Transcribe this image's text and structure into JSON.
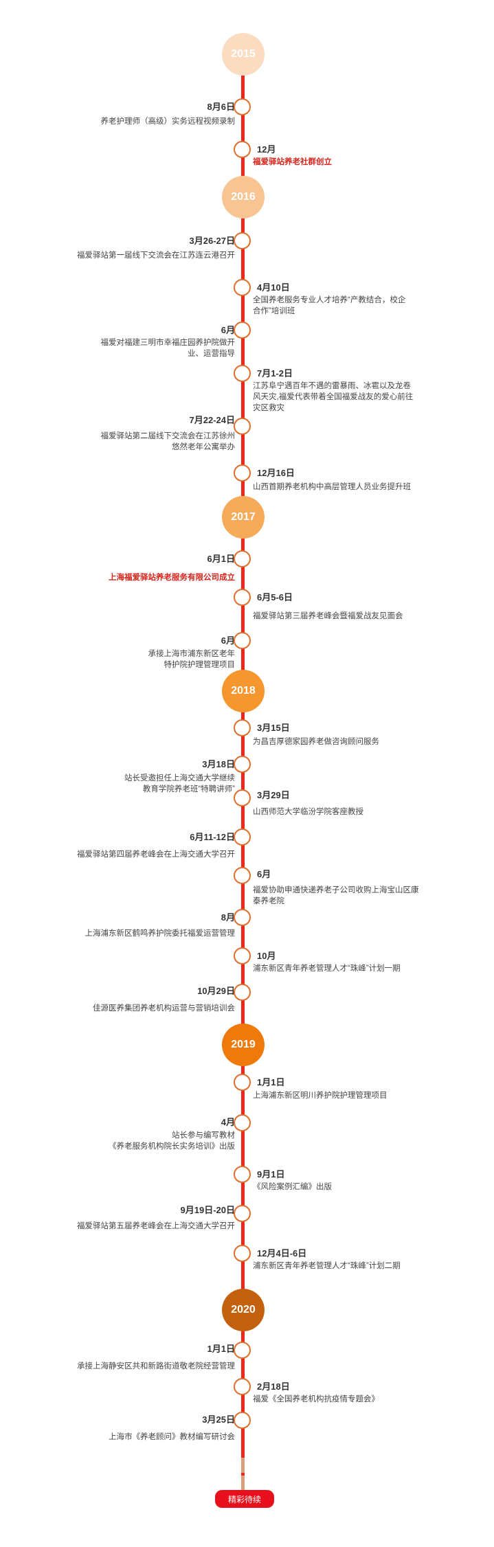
{
  "colors": {
    "axis": "#e8291c",
    "node_border": "#e06d2b",
    "highlight": "#d8231a",
    "tail_dash": "#d9a080",
    "end_button": "#e8101d"
  },
  "years": [
    {
      "label": "2015",
      "color": "#fbdcc0"
    },
    {
      "label": "2016",
      "color": "#f8c592"
    },
    {
      "label": "2017",
      "color": "#f6ab5b"
    },
    {
      "label": "2018",
      "color": "#f5962f"
    },
    {
      "label": "2019",
      "color": "#ef7a0c"
    },
    {
      "label": "2020",
      "color": "#c4610f"
    }
  ],
  "events": [
    {
      "date": "8月6日",
      "desc": "养老护理师（高级）实务远程视频录制"
    },
    {
      "date": "12月",
      "desc": "福爱驿站养老社群创立"
    },
    {
      "date": "3月26-27日",
      "desc": "福爱驿站第一届线下交流会在江苏连云港召开"
    },
    {
      "date": "4月10日",
      "desc": "全国养老服务专业人才培养“产教结合，校企\n合作”培训班"
    },
    {
      "date": "6月",
      "desc": "福爱对福建三明市幸福庄园养护院做开\n业、运营指导"
    },
    {
      "date": "7月1-2日",
      "desc": "江苏阜宁遇百年不遇的雷暴雨、冰雹以及龙卷\n风天灾,福爱代表带着全国福爱战友的爱心前往\n灾区救灾"
    },
    {
      "date": "7月22-24日",
      "desc": "福爱驿站第二届线下交流会在江苏徐州\n悠然老年公寓举办"
    },
    {
      "date": "12月16日",
      "desc": "山西首期养老机构中高层管理人员业务提升班"
    },
    {
      "date": "6月1日",
      "desc": "上海福爱驿站养老服务有限公司成立"
    },
    {
      "date": "6月5-6日",
      "desc": "福爱驿站第三届养老峰会暨福爱战友见面会"
    },
    {
      "date": "6月",
      "desc": "承接上海市浦东新区老年\n特护院护理管理项目"
    },
    {
      "date": "3月15日",
      "desc": "为昌吉厚德家园养老做咨询顾问服务"
    },
    {
      "date": "3月18日",
      "desc": "站长受邀担任上海交通大学继续\n教育学院养老班“特聘讲师”"
    },
    {
      "date": "3月29日",
      "desc": "山西师范大学临汾学院客座教授"
    },
    {
      "date": "6月11-12日",
      "desc": "福爱驿站第四届养老峰会在上海交通大学召开"
    },
    {
      "date": "6月",
      "desc": "福爱协助申通快递养老子公司收购上海宝山区康\n泰养老院"
    },
    {
      "date": "8月",
      "desc": "上海浦东新区鹤鸣养护院委托福爱运营管理"
    },
    {
      "date": "10月",
      "desc": "浦东新区青年养老管理人才“珠峰”计划一期"
    },
    {
      "date": "10月29日",
      "desc": "佳源医养集团养老机构运营与营销培训会"
    },
    {
      "date": "1月1日",
      "desc": "上海浦东新区明川养护院护理管理项目"
    },
    {
      "date": "4月",
      "desc": "站长参与编写教材\n《养老服务机构院长实务培训》出版"
    },
    {
      "date": "9月1日",
      "desc": "《风险案例汇编》出版"
    },
    {
      "date": "9月19日-20日",
      "desc": "福爱驿站第五届养老峰会在上海交通大学召开"
    },
    {
      "date": "12月4日-6日",
      "desc": "浦东新区青年养老管理人才“珠峰”计划二期"
    },
    {
      "date": "1月1日",
      "desc": "承接上海静安区共和新路街道敬老院经营管理"
    },
    {
      "date": "2月18日",
      "desc": "福爱《全国养老机构抗疫情专题会》"
    },
    {
      "date": "3月25日",
      "desc": "上海市《养老顾问》教材编写研讨会"
    }
  ],
  "end_label": "精彩待续"
}
